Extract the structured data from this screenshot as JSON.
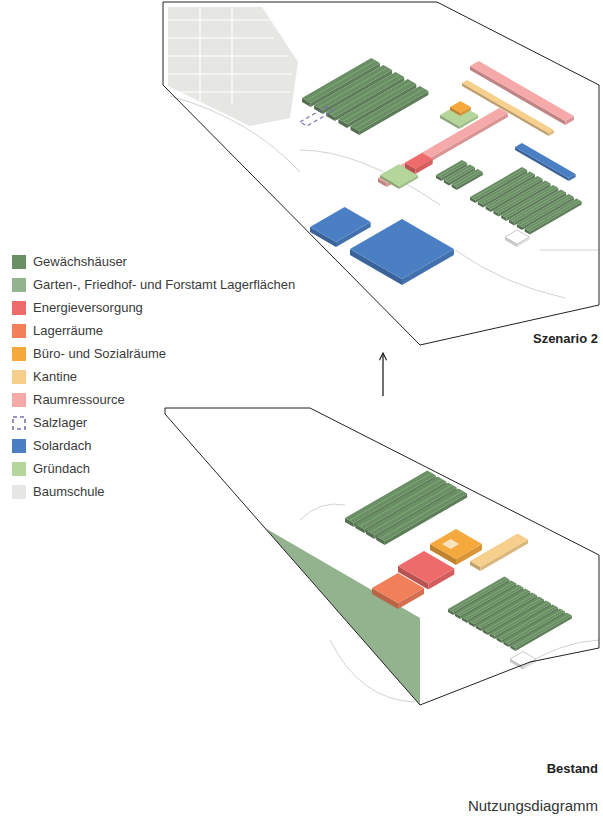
{
  "diagram": {
    "caption": "Nutzungsdiagramm",
    "nodes": [
      {
        "text": [
          "Szenario 2"
        ]
      },
      {
        "text": [
          "Bestand"
        ]
      }
    ],
    "edges": [
      {
        "from": 1,
        "to": 0,
        "arrow": "to"
      }
    ],
    "legend": [
      {
        "text": "Gewächshäuser",
        "color": "#6b8f65"
      },
      {
        "text": "Garten-, Friedhof- und Forstamt Lagerflächen",
        "color": "#93b38e"
      },
      {
        "text": "Energieversorgung",
        "color": "#ee6b6b"
      },
      {
        "text": "Lagerräume",
        "color": "#f07f5a"
      },
      {
        "text": "Büro- und Sozialräume",
        "color": "#f5a83c"
      },
      {
        "text": "Kantine",
        "color": "#f7cf8d"
      },
      {
        "text": "Raumressource",
        "color": "#f6a9a9"
      },
      {
        "text": "Salzlager"
      },
      {
        "text": "Solardach",
        "color": "#4a7fc4"
      },
      {
        "text": "Gründach",
        "color": "#b5d69a"
      },
      {
        "text": "Baumschule",
        "color": "#e6e6e4"
      }
    ]
  }
}
